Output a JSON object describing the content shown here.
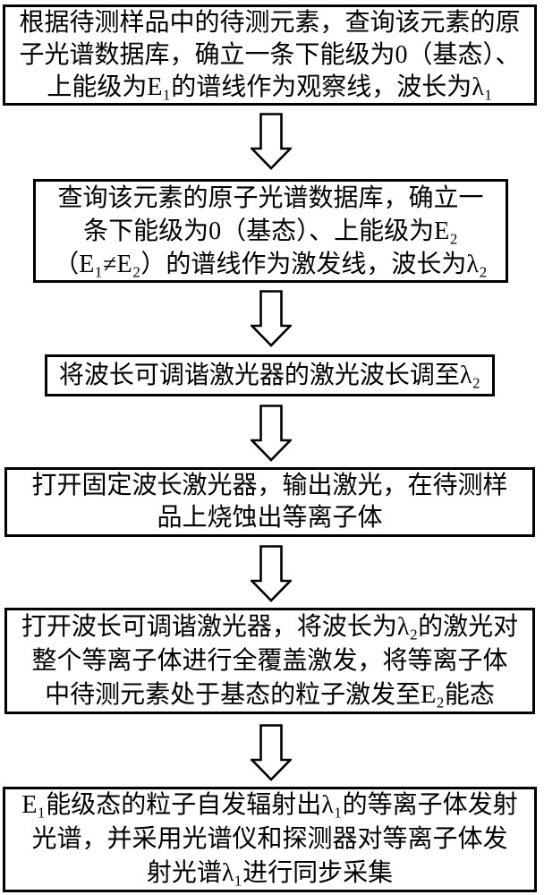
{
  "figure": {
    "kind": "flowchart",
    "background_color": "#ffffff",
    "box_border_color": "#000000",
    "text_color": "#000000",
    "connector_shape": "hollow-down-arrow"
  },
  "steps": [
    {
      "lines": [
        "根据待测样品中的待测元素，查询该元素的原",
        "子光谱数据库，确立一条下能级为0（基态）、",
        "上能级为E₁的谱线作为观察线，波长为λ₁"
      ]
    },
    {
      "lines": [
        "查询该元素的原子光谱数据库，确立一",
        "条下能级为0（基态）、上能级为E₂",
        "（E₁≠E₂）的谱线作为激发线，波长为λ₂"
      ]
    },
    {
      "lines": [
        "将波长可调谐激光器的激光波长调至λ₂"
      ]
    },
    {
      "lines": [
        "打开固定波长激光器，输出激光，在待测样",
        "品上烧蚀出等离子体"
      ]
    },
    {
      "lines": [
        "打开波长可调谐激光器，将波长为λ₂的激光对",
        "整个等离子体进行全覆盖激发，将等离子体",
        "中待测元素处于基态的粒子激发至E₂能态"
      ]
    },
    {
      "lines": [
        "E₁能级态的粒子自发辐射出λ₁的等离子体发射",
        "光谱，并采用光谱仪和探测器对等离子体发",
        "射光谱λ₁进行同步采集"
      ]
    }
  ]
}
